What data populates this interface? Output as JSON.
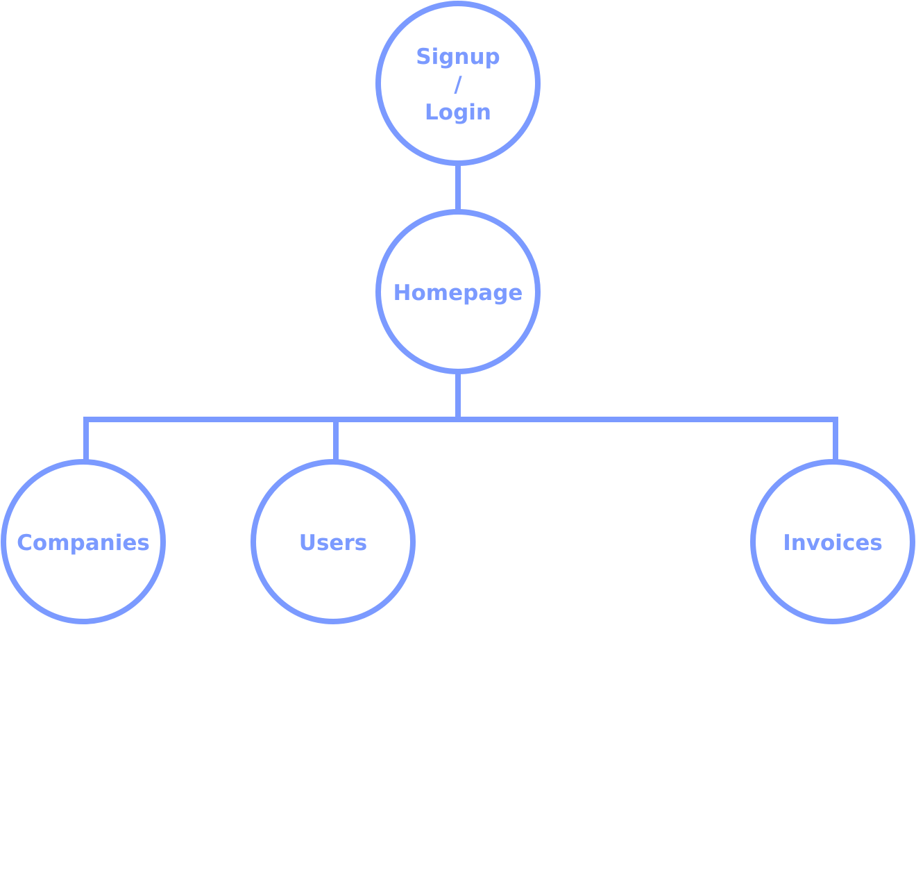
{
  "diagram": {
    "accent_color": "#7b9aff",
    "nodes": {
      "login": {
        "line1": "Signup",
        "line2": "/",
        "line3": "Login"
      },
      "home": {
        "label": "Homepage"
      },
      "companies": {
        "label": "Companies"
      },
      "users": {
        "label": "Users"
      },
      "invoices": {
        "label": "Invoices"
      }
    }
  }
}
